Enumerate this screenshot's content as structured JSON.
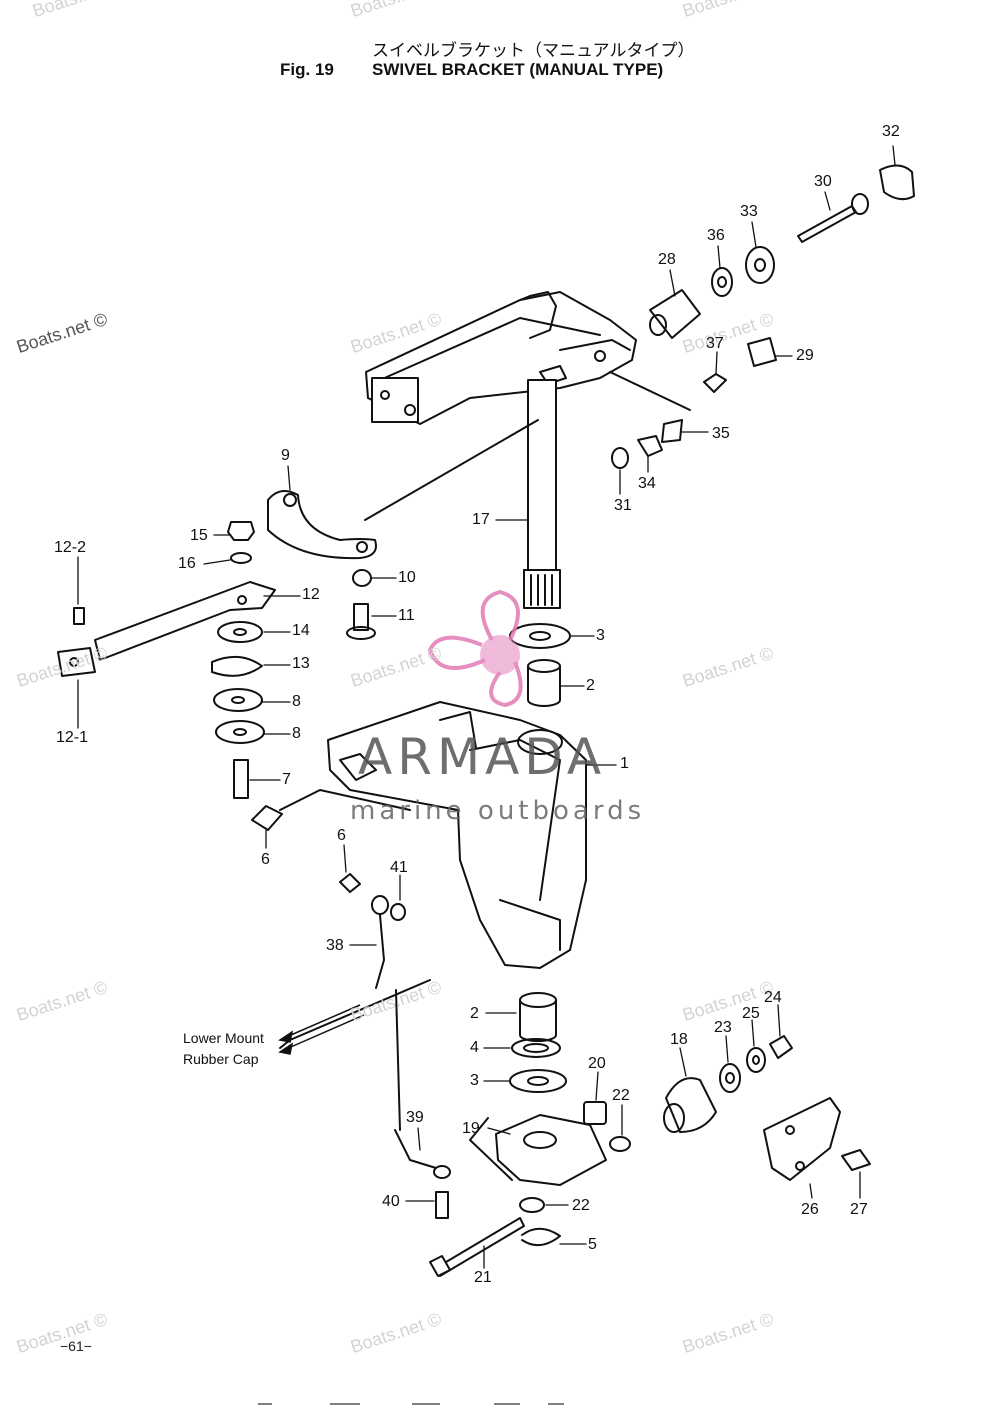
{
  "header": {
    "title_jp": "スイベルブラケット（マニュアルタイプ）",
    "fig_no": "Fig. 19",
    "title_en": "SWIVEL BRACKET (MANUAL TYPE)"
  },
  "callouts": [
    "32",
    "30",
    "33",
    "36",
    "28",
    "37",
    "29",
    "35",
    "34",
    "31",
    "9",
    "17",
    "15",
    "16",
    "10",
    "12-2",
    "12",
    "11",
    "14",
    "3",
    "13",
    "2",
    "12-1",
    "8",
    "8",
    "1",
    "7",
    "6",
    "6",
    "41",
    "38",
    "2",
    "24",
    "23",
    "25",
    "4",
    "18",
    "3",
    "20",
    "22",
    "19",
    "39",
    "22",
    "40",
    "5",
    "26",
    "27",
    "21"
  ],
  "note": {
    "line1": "Lower Mount",
    "line2": "Rubber Cap"
  },
  "watermark": {
    "text": "Boats.net ©",
    "color": "#d3d3d3"
  },
  "logo": {
    "word": "ARMADA",
    "tagline": "marine outboards",
    "accent": "#e27bb6"
  },
  "page_number": "−61−"
}
